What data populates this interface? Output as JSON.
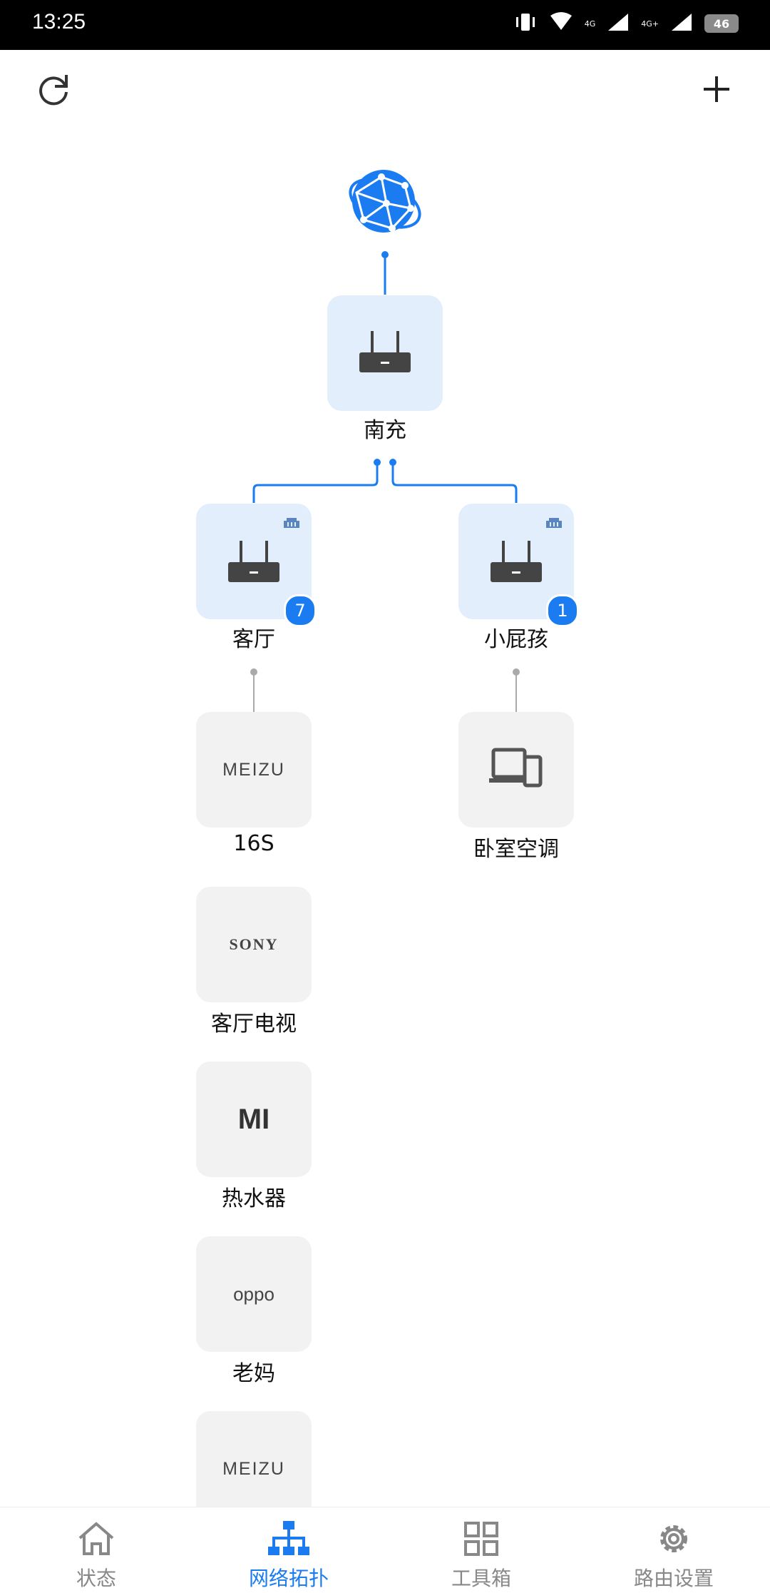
{
  "status_bar": {
    "time": "13:25",
    "net1": "4G",
    "net2": "4G+",
    "battery": "46"
  },
  "top_bar": {
    "refresh_icon": "refresh-icon",
    "add_icon": "plus-icon"
  },
  "topology": {
    "internet_icon": "globe-icon",
    "main_router": {
      "name": "南充"
    },
    "sub_routers": [
      {
        "name": "客厅",
        "count": "7"
      },
      {
        "name": "小屁孩",
        "count": "1"
      }
    ],
    "devices_left": [
      {
        "brand": "MEIZU",
        "name": "16S"
      },
      {
        "brand": "SONY",
        "name": "客厅电视"
      },
      {
        "brand": "MI",
        "name": "热水器"
      },
      {
        "brand": "oppo",
        "name": "老妈"
      },
      {
        "brand": "MEIZU",
        "name": ""
      }
    ],
    "devices_right": [
      {
        "brand": "device-icon",
        "name": "卧室空调"
      }
    ]
  },
  "bottom_nav": {
    "items": [
      {
        "label": "状态",
        "icon": "home-icon"
      },
      {
        "label": "网络拓扑",
        "icon": "topology-icon",
        "active": true
      },
      {
        "label": "工具箱",
        "icon": "grid-icon"
      },
      {
        "label": "路由设置",
        "icon": "gear-icon"
      }
    ]
  },
  "colors": {
    "accent": "#1a7cf0",
    "router_tile": "#e3eefc",
    "device_tile": "#f2f2f2"
  }
}
